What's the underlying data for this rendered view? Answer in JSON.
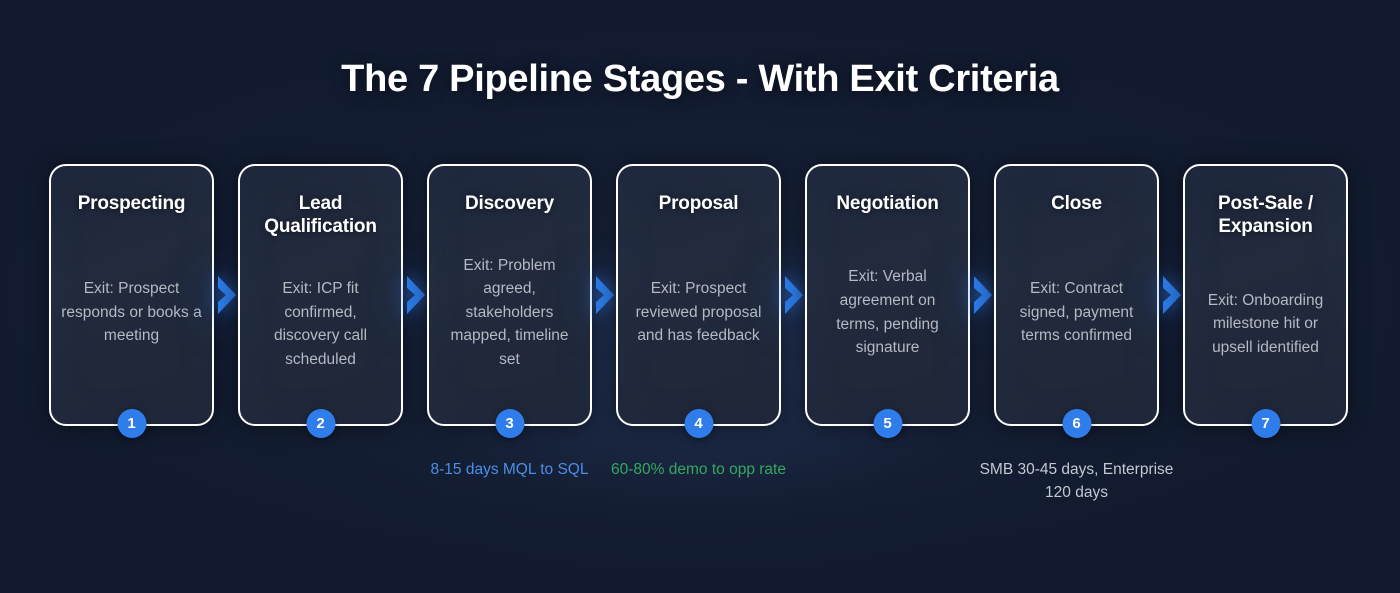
{
  "page": {
    "title": "The 7 Pipeline Stages - With Exit Criteria"
  },
  "theme": {
    "background": "#111a2e",
    "card_fill": "#222b3d",
    "card_border": "#ffffff",
    "accent_blue": "#2f7ceb",
    "arrow_blue": "#2b7ae4",
    "body_text": "#b4b9c3",
    "annotation_blue": "#4a8fe7",
    "annotation_green": "#34a862",
    "annotation_gray": "#c3c8d1"
  },
  "stages": [
    {
      "number": "1",
      "title": "Prospecting",
      "exit": "Exit: Prospect responds or books a meeting"
    },
    {
      "number": "2",
      "title": "Lead Qualification",
      "exit": "Exit: ICP fit confirmed, discovery call scheduled"
    },
    {
      "number": "3",
      "title": "Discovery",
      "exit": "Exit: Problem agreed, stakeholders mapped, timeline set"
    },
    {
      "number": "4",
      "title": "Proposal",
      "exit": "Exit: Prospect reviewed proposal and has feedback"
    },
    {
      "number": "5",
      "title": "Negotiation",
      "exit": "Exit: Verbal agreement on terms, pending signature"
    },
    {
      "number": "6",
      "title": "Close",
      "exit": "Exit: Contract signed, payment terms confirmed"
    },
    {
      "number": "7",
      "title": "Post-Sale / Expansion",
      "exit": "Exit: Onboarding milestone hit or upsell identified"
    }
  ],
  "annotations": [
    {
      "stage_index": 3,
      "text": "8-15 days MQL to SQL",
      "color": "blue"
    },
    {
      "stage_index": 4,
      "text": "60-80% demo to opp rate",
      "color": "green"
    },
    {
      "stage_index": 6,
      "text": "SMB 30-45 days, Enterprise 120 days",
      "color": "gray"
    }
  ],
  "icons": {
    "connector": "chevron-right-icon"
  }
}
